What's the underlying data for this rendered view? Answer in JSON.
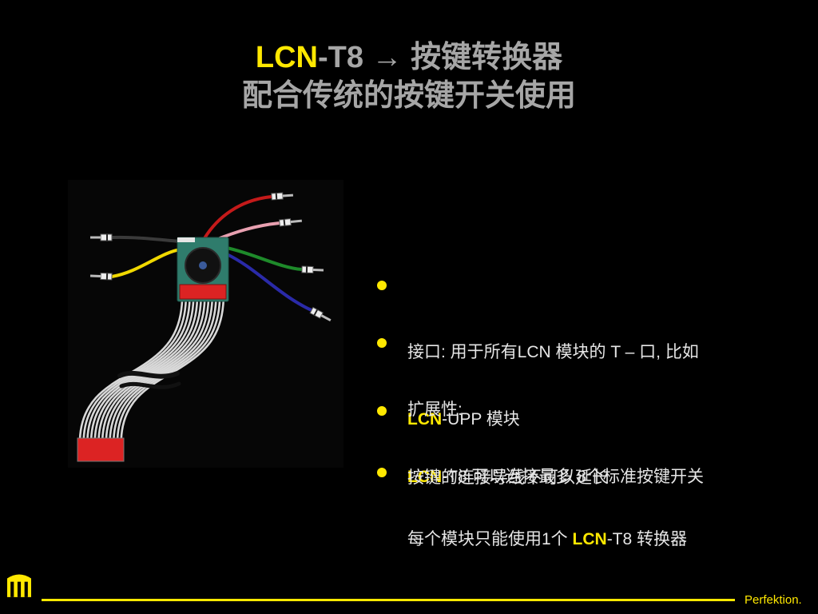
{
  "theme": {
    "background": "#000000",
    "accent": "#ffe800",
    "title_gray": "#a6a6a6",
    "body_text": "#e6e6e6"
  },
  "title": {
    "line1_brand": "LCN",
    "line1_rest": "-T8 → 按键转换器",
    "line2": "配合传统的按键开关使用"
  },
  "bullets": [
    {
      "line1": "接口: 用于所有LCN 模块的 T – 口, 比如",
      "line2_brand": "LCN",
      "line2_rest": "-UPP 模块"
    },
    {
      "line1": "扩展性:",
      "line2_brand": "LCN",
      "line2_rest": "-T8 可以连接最多 8个标准按键开关"
    },
    {
      "line1": "按键的连接导线不可以延长"
    },
    {
      "prefix": "每个模块只能使用1个 ",
      "brand": "LCN",
      "suffix": "-T8 转换器"
    }
  ],
  "icons": {
    "bullet": "dot-icon",
    "logo": "lcn-building-logo-icon"
  },
  "footer": {
    "tagline": "Perfektion."
  }
}
